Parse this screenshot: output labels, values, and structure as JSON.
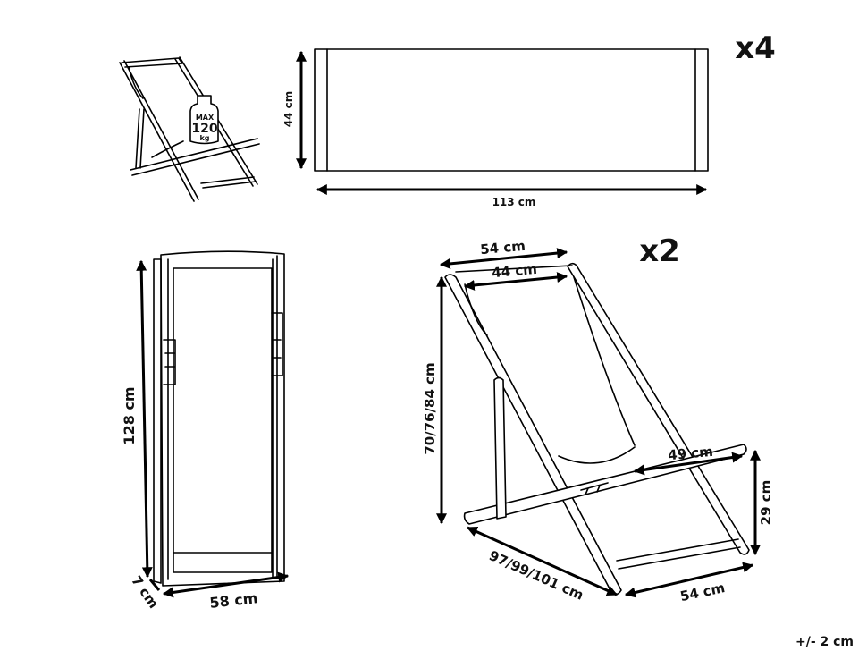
{
  "weight_badge": {
    "max": "MAX",
    "value": "120",
    "unit": "kg"
  },
  "fabric": {
    "height": "44 cm",
    "width": "113 cm",
    "quantity": "x4"
  },
  "front_view": {
    "height": "128 cm",
    "width": "58 cm",
    "depth": "7 cm"
  },
  "side_view": {
    "quantity": "x2",
    "outer_width": "54 cm",
    "inner_width": "44 cm",
    "height": "70/76/84 cm",
    "armrest": "49 cm",
    "seat_height": "29 cm",
    "length": "97/99/101 cm",
    "base_width": "54 cm"
  },
  "tolerance": "+/- 2 cm"
}
